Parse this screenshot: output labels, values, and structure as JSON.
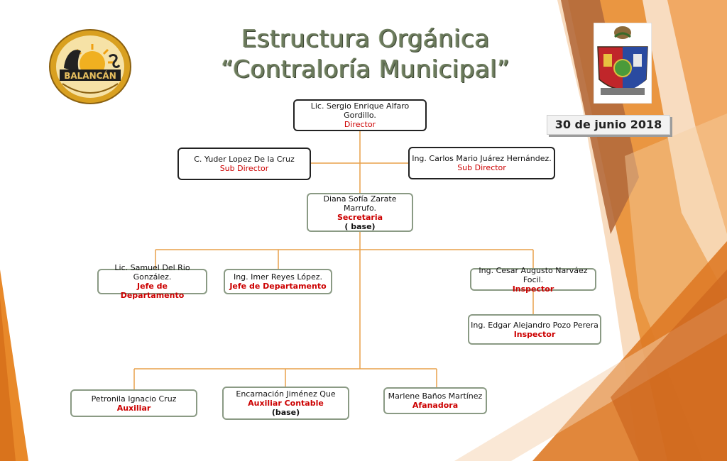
{
  "title_line1": "Estructura Orgánica",
  "title_line2": "“Contraloría Municipal”",
  "date": "30 de junio 2018",
  "logo_left_text": "BALANCÁN",
  "nodes": {
    "director": {
      "name": "Lic. Sergio Enrique Alfaro Gordillo.",
      "role": "Director"
    },
    "subdir_left": {
      "name": "C. Yuder Lopez De la Cruz",
      "role": "Sub Director"
    },
    "subdir_right": {
      "name": "Ing. Carlos Mario Juárez Hernández.",
      "role": "Sub Director"
    },
    "secretaria": {
      "name": "Diana Sofía Zarate Marrufo.",
      "role": "Secretaria",
      "extra": "( base)"
    },
    "jefe1": {
      "name": "Lic. Samuel Del Rio González.",
      "role": "Jefe de Departamento"
    },
    "jefe2": {
      "name": "Ing. Imer Reyes López.",
      "role": "Jefe de Departamento"
    },
    "inspector1": {
      "name": "Ing. Cesar Augusto Narváez Focil.",
      "role": "Inspector"
    },
    "inspector2": {
      "name": "Ing. Edgar Alejandro Pozo Perera",
      "role": "Inspector"
    },
    "auxiliar": {
      "name": "Petronila Ignacio Cruz",
      "role": "Auxiliar"
    },
    "aux_contable": {
      "name": "Encarnación Jiménez Que",
      "role": "Auxiliar Contable",
      "extra": "(base)"
    },
    "afanadora": {
      "name": "Marlene Baños Martínez",
      "role": "Afanadora"
    }
  },
  "colors": {
    "connector": "#e8a14a",
    "role_text": "#cc0000",
    "title": "#6b7a5c",
    "orange": "#e8892a",
    "brown": "#b46a3c"
  }
}
